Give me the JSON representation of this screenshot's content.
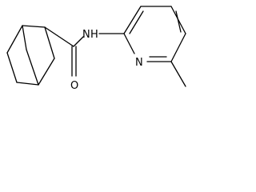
{
  "molecule": {
    "atoms": {
      "amide_nitrogen": "N",
      "amide_hydrogen": "H",
      "ring_nitrogen": "N",
      "carbonyl_oxygen": "O"
    }
  }
}
